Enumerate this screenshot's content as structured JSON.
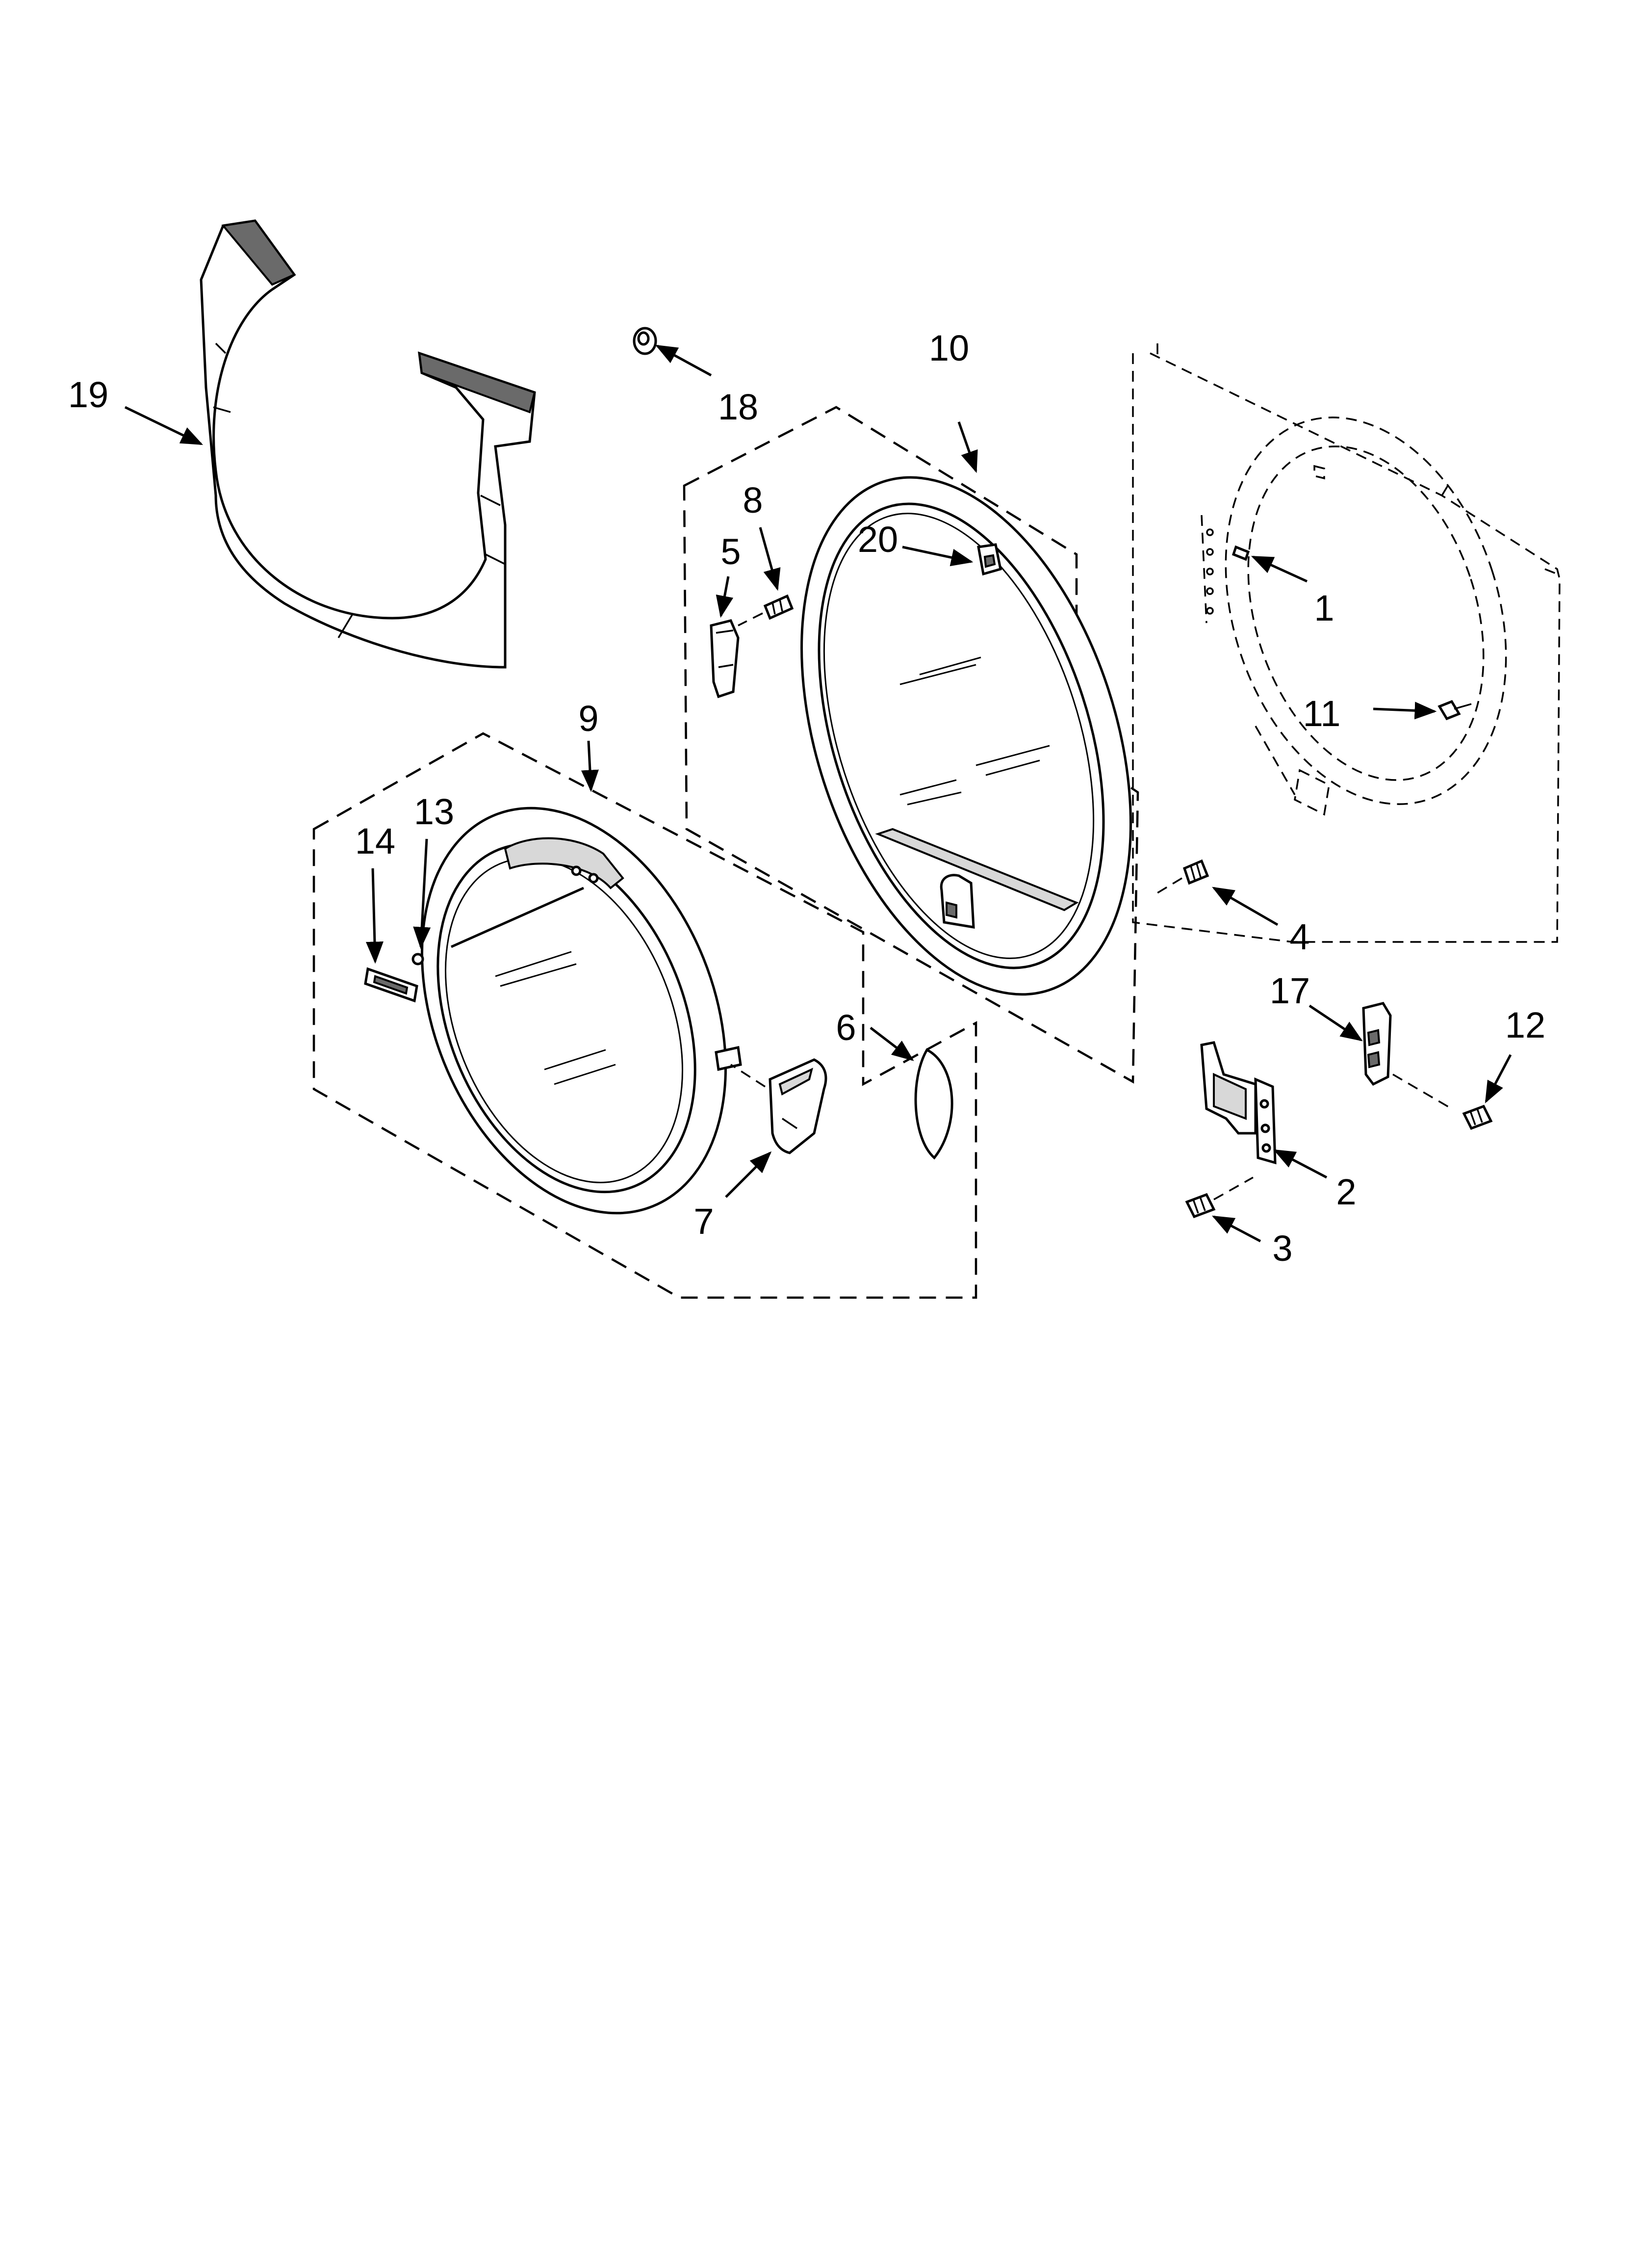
{
  "diagram": {
    "callouts": [
      {
        "id": "c1",
        "label": "1"
      },
      {
        "id": "c2",
        "label": "2"
      },
      {
        "id": "c3",
        "label": "3"
      },
      {
        "id": "c4",
        "label": "4"
      },
      {
        "id": "c5",
        "label": "5"
      },
      {
        "id": "c6",
        "label": "6"
      },
      {
        "id": "c7",
        "label": "7"
      },
      {
        "id": "c8",
        "label": "8"
      },
      {
        "id": "c9",
        "label": "9"
      },
      {
        "id": "c10",
        "label": "10"
      },
      {
        "id": "c11",
        "label": "11"
      },
      {
        "id": "c12",
        "label": "12"
      },
      {
        "id": "c13",
        "label": "13"
      },
      {
        "id": "c14",
        "label": "14"
      },
      {
        "id": "c17",
        "label": "17"
      },
      {
        "id": "c18",
        "label": "18"
      },
      {
        "id": "c19",
        "label": "19"
      },
      {
        "id": "c20",
        "label": "20"
      }
    ]
  }
}
